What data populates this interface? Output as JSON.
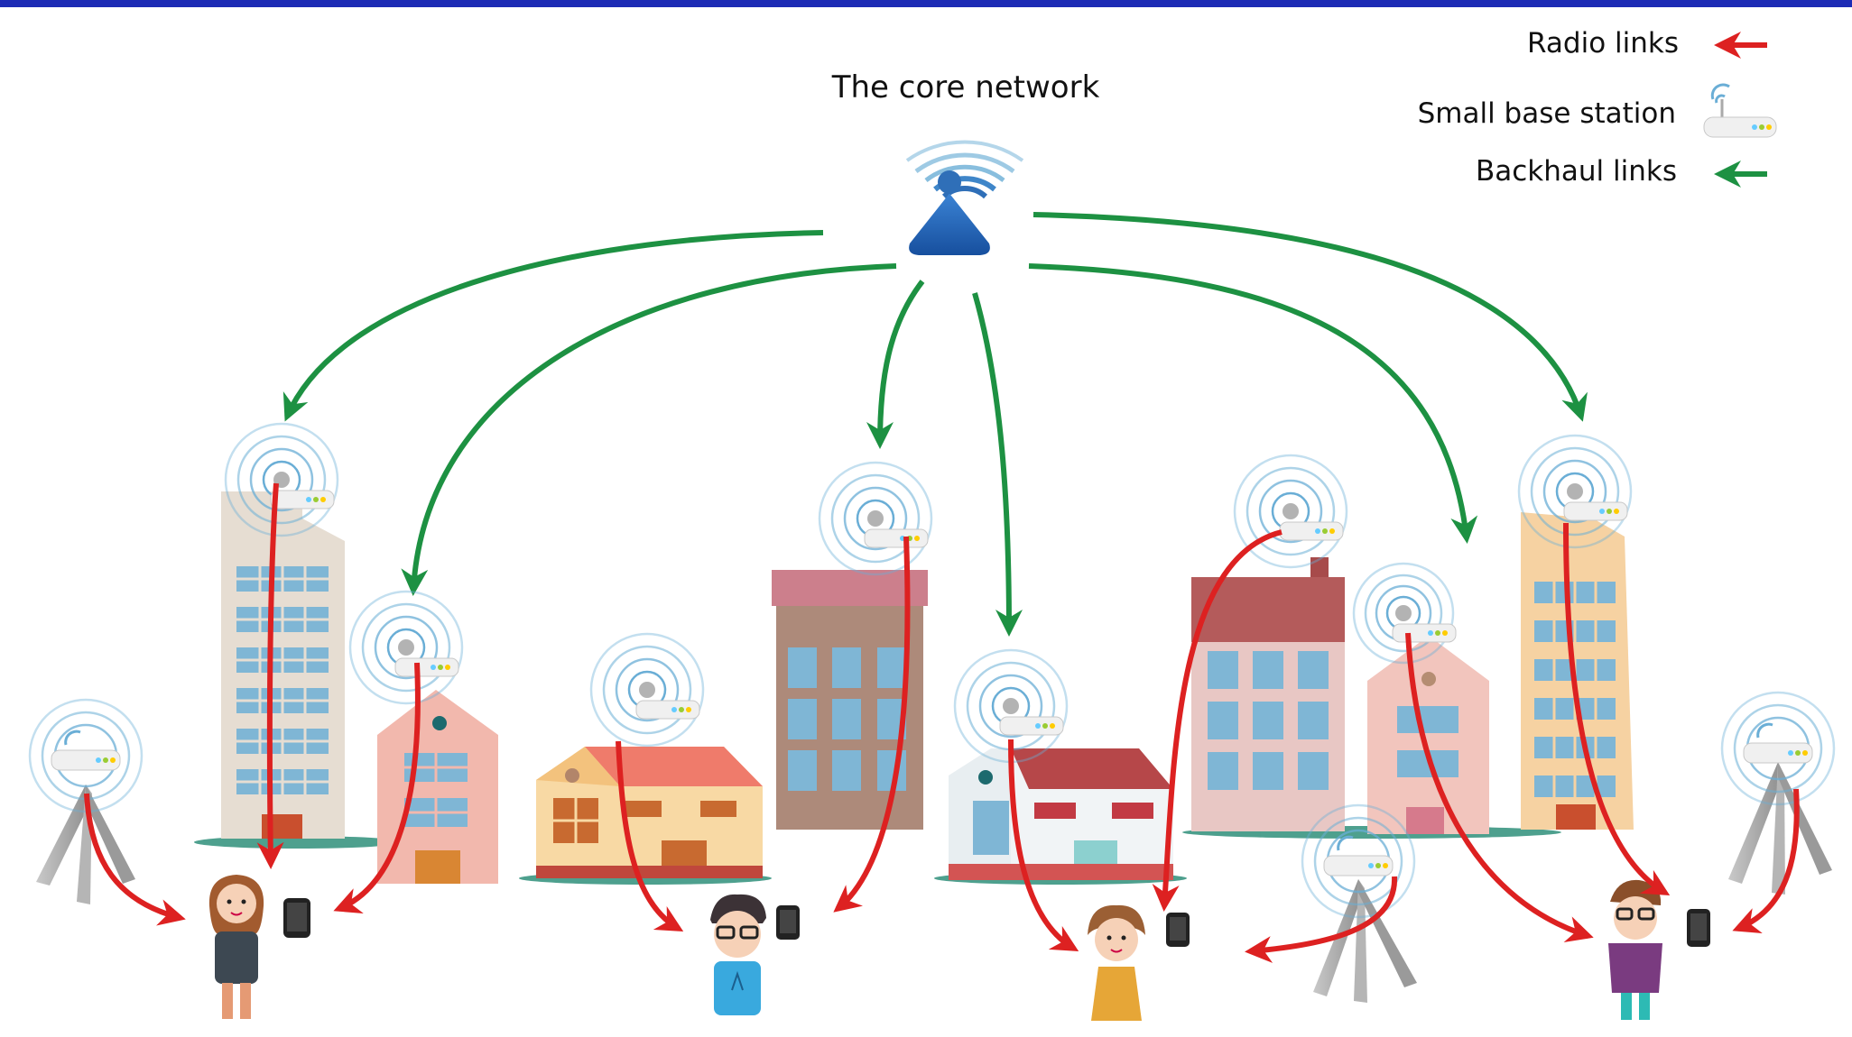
{
  "title": "The core network",
  "legend": {
    "radio": "Radio links",
    "station": "Small base station",
    "backhaul": "Backhaul links"
  },
  "colors": {
    "top_bar": "#1c2bb5",
    "radio_link": "#dd2121",
    "backhaul_link": "#1d9142",
    "core_tower": "#1f5fb3",
    "signal_ring": "#6aaed6"
  },
  "icons": {
    "core": "wireless-tower-icon",
    "station": "small-base-station-icon",
    "user": "person-with-phone-icon"
  }
}
